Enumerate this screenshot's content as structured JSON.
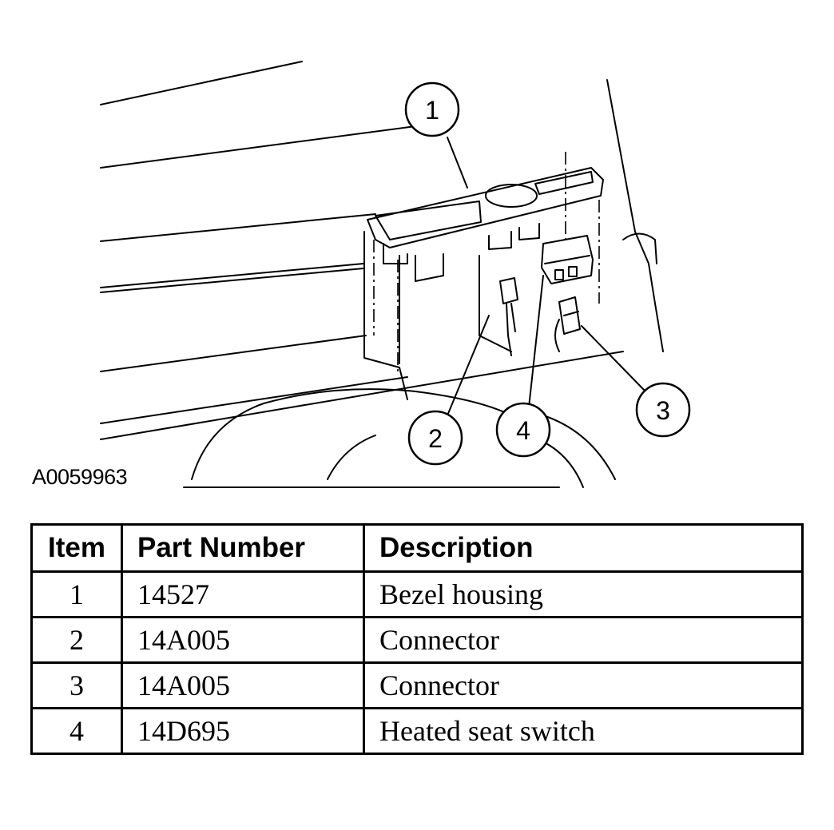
{
  "figure": {
    "id": "A0059963",
    "callouts": [
      "1",
      "2",
      "3",
      "4"
    ]
  },
  "table": {
    "headers": {
      "item": "Item",
      "part_number": "Part Number",
      "description": "Description"
    },
    "rows": [
      {
        "item": "1",
        "part_number": "14527",
        "description": "Bezel housing"
      },
      {
        "item": "2",
        "part_number": "14A005",
        "description": "Connector"
      },
      {
        "item": "3",
        "part_number": "14A005",
        "description": "Connector"
      },
      {
        "item": "4",
        "part_number": "14D695",
        "description": "Heated seat switch"
      }
    ]
  }
}
